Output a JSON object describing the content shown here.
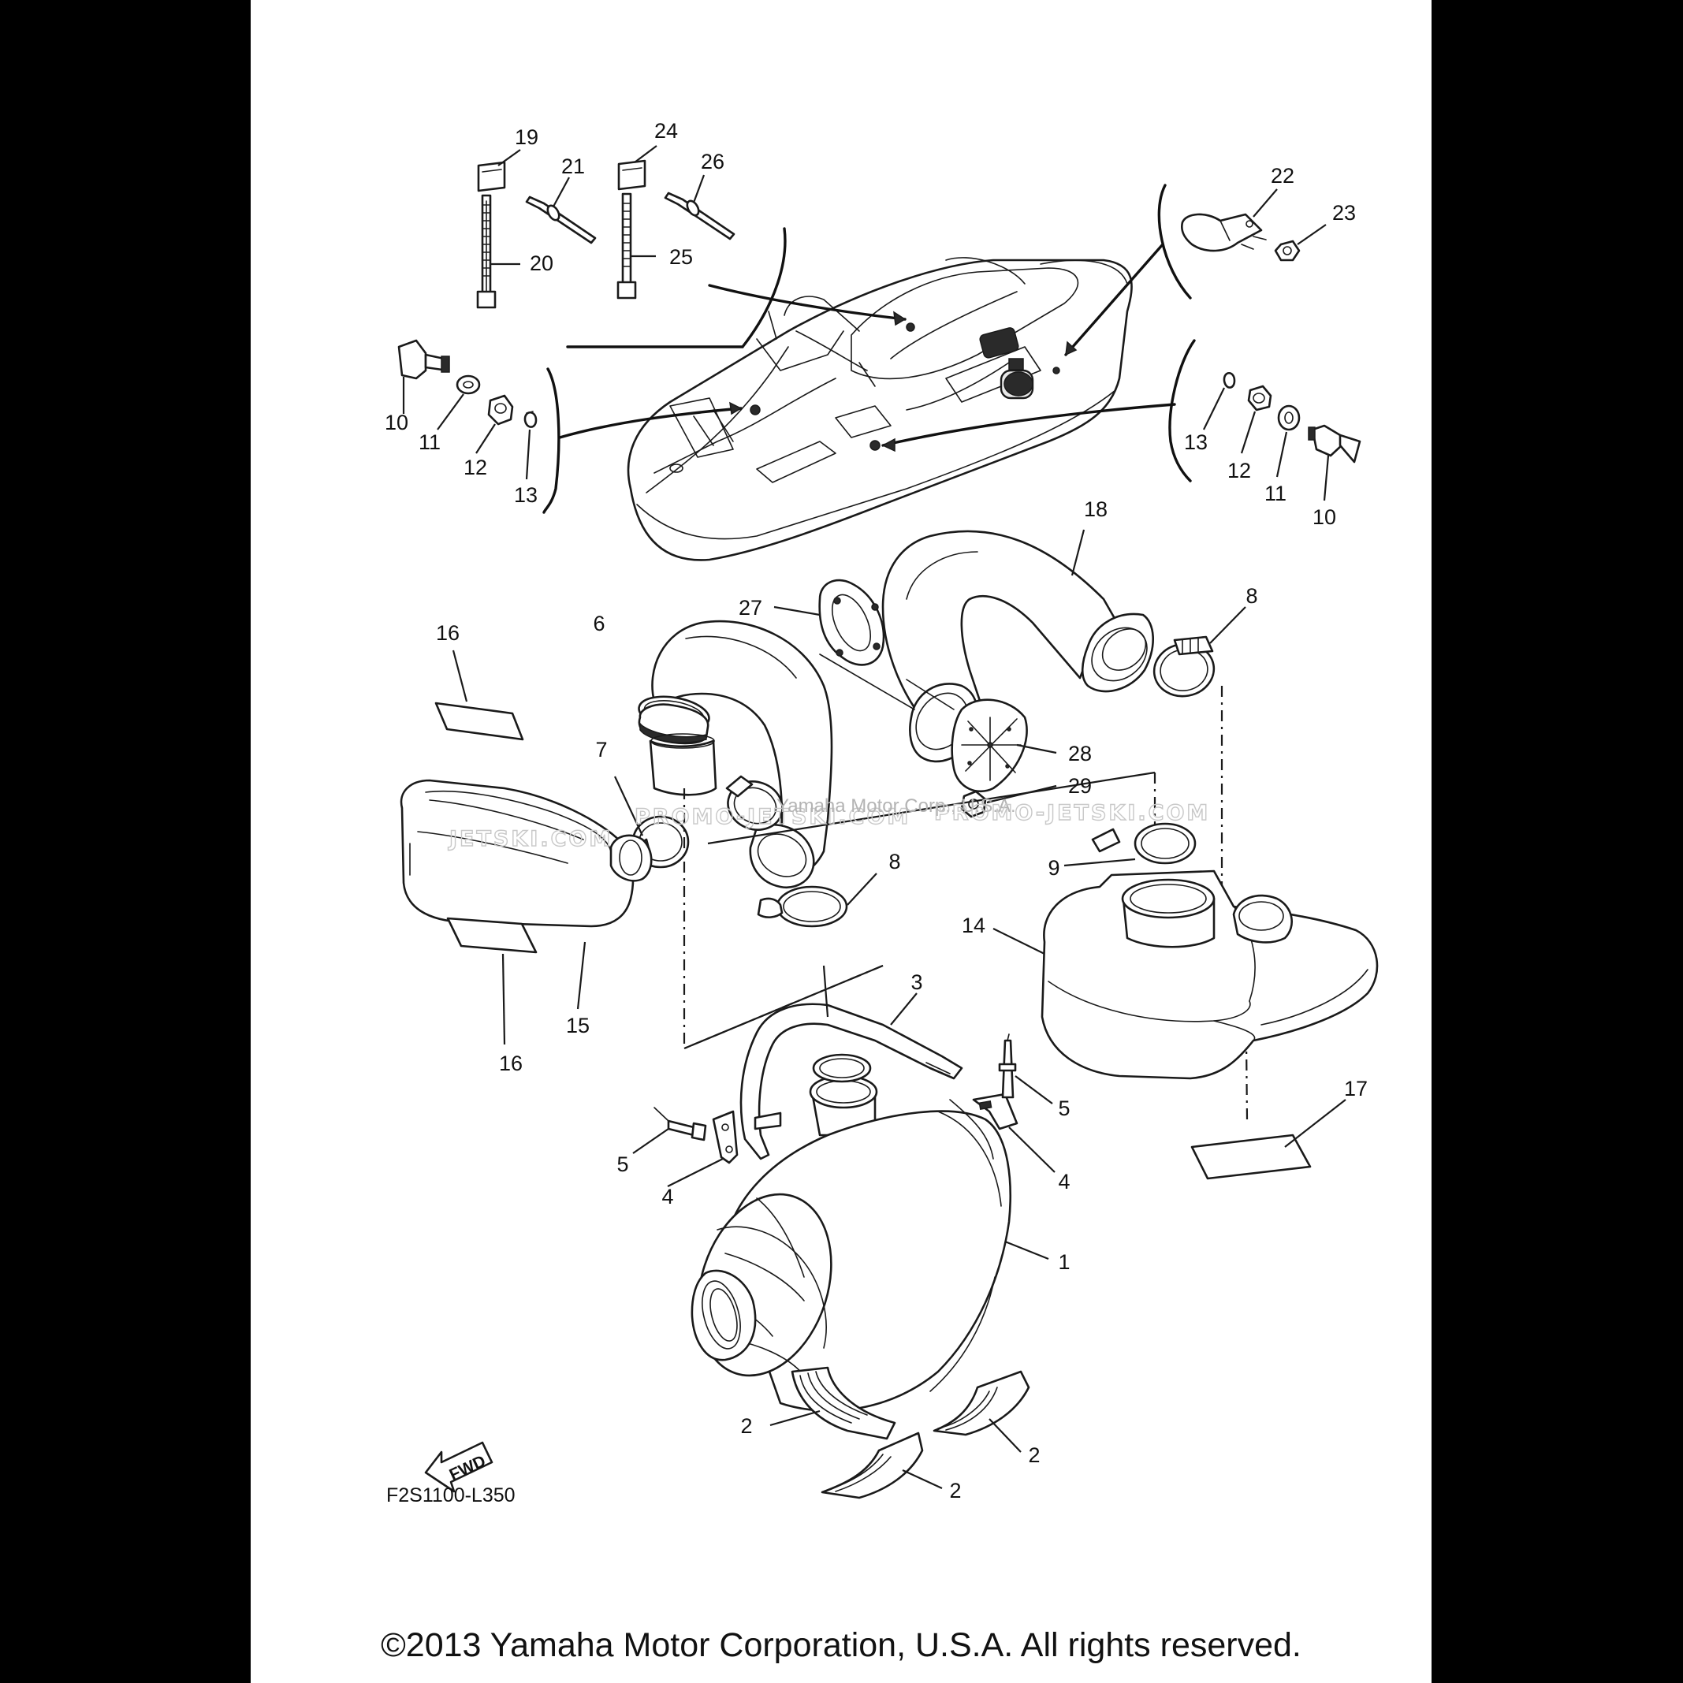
{
  "diagram": {
    "code": "F2S1100-L350",
    "fwd_label": "FWD",
    "copyright": "©2013 Yamaha Motor Corporation, U.S.A. All rights reserved.",
    "watermarks": [
      "JETSKI.COM",
      "PROMO-JETSKI.COM",
      "Yamaha Motor Corp., U.S.A.",
      "PROMO-JETSKI.COM"
    ],
    "callouts": {
      "c1": "1",
      "c2a": "2",
      "c2b": "2",
      "c2c": "2",
      "c3": "3",
      "c4a": "4",
      "c4b": "4",
      "c5a": "5",
      "c5b": "5",
      "c6": "6",
      "c7": "7",
      "c8a": "8",
      "c8b": "8",
      "c9": "9",
      "c10a": "10",
      "c10b": "10",
      "c11a": "11",
      "c11b": "11",
      "c12a": "12",
      "c12b": "12",
      "c13a": "13",
      "c13b": "13",
      "c14": "14",
      "c15": "15",
      "c16a": "16",
      "c16b": "16",
      "c17": "17",
      "c18": "18",
      "c19": "19",
      "c20": "20",
      "c21": "21",
      "c22": "22",
      "c23": "23",
      "c24": "24",
      "c25": "25",
      "c26": "26",
      "c27": "27",
      "c28": "28",
      "c29": "29"
    }
  }
}
